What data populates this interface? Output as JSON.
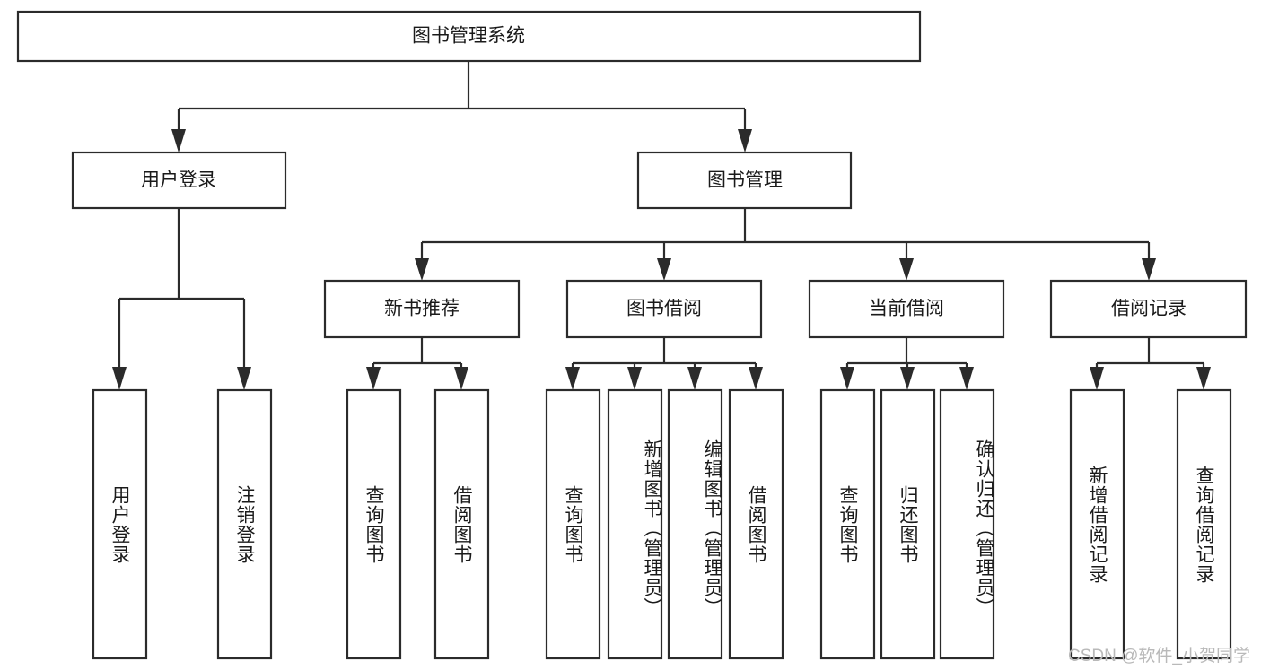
{
  "diagram": {
    "type": "tree-hierarchy",
    "title": "图书管理系统",
    "orientation": "top-down",
    "colors": {
      "box_stroke": "#2b2b2b",
      "box_fill": "#ffffff",
      "text": "#1a1a1a",
      "connector": "#2b2b2b",
      "watermark": "#b9b9b9",
      "background": "#ffffff"
    },
    "root": {
      "label": "图书管理系统"
    },
    "level1": [
      {
        "label": "用户登录"
      },
      {
        "label": "图书管理"
      }
    ],
    "level2": [
      {
        "label": "新书推荐"
      },
      {
        "label": "图书借阅"
      },
      {
        "label": "当前借阅"
      },
      {
        "label": "借阅记录"
      }
    ],
    "leaves": {
      "user_login": [
        {
          "label": "用户登录"
        },
        {
          "label": "注销登录"
        }
      ],
      "new_book_recommend": [
        {
          "label": "查询图书"
        },
        {
          "label": "借阅图书"
        }
      ],
      "book_borrow": [
        {
          "label": "查询图书"
        },
        {
          "label": "新增图书（管理员）"
        },
        {
          "label": "编辑图书（管理员）"
        },
        {
          "label": "借阅图书"
        }
      ],
      "current_borrow": [
        {
          "label": "查询图书"
        },
        {
          "label": "归还图书"
        },
        {
          "label": "确认归还（管理员）"
        }
      ],
      "borrow_record": [
        {
          "label": "新增借阅记录"
        },
        {
          "label": "查询借阅记录"
        }
      ]
    }
  },
  "watermark": {
    "text": "CSDN @软件_小贺同学"
  }
}
